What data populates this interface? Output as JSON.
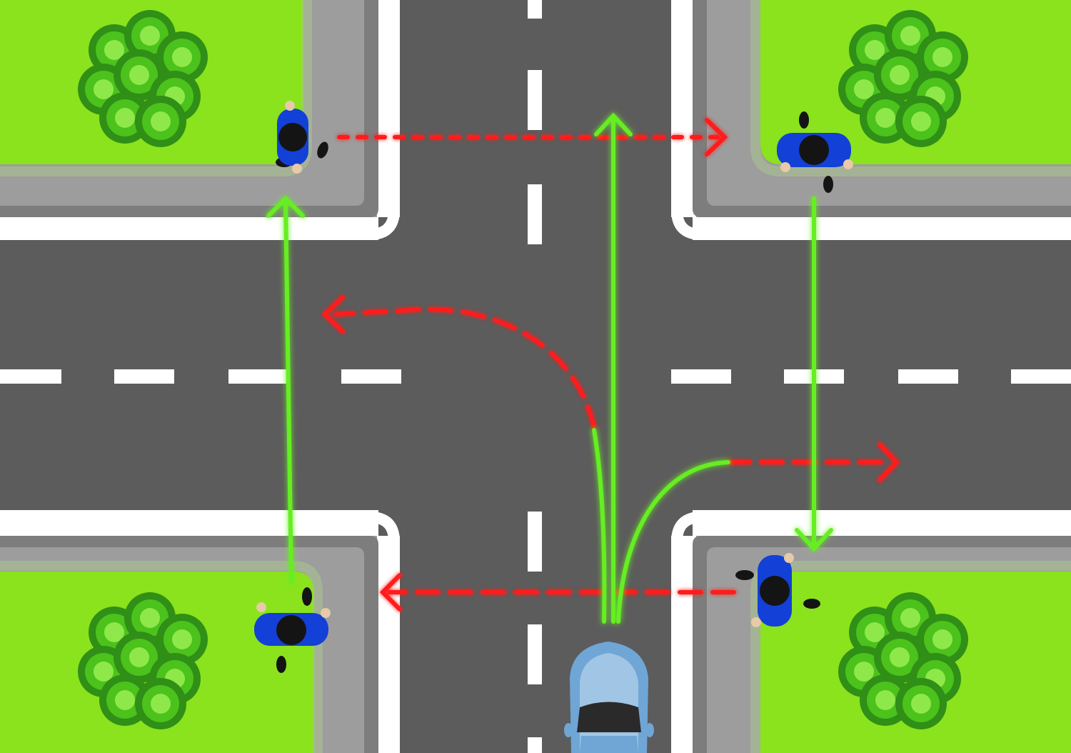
{
  "colors": {
    "background": "#ffffff",
    "grass": "#8ae31c",
    "grass_edge": "#a9c48f",
    "sidewalk": "#9d9d9d",
    "curb": "#7d7d7d",
    "road": "#5c5c5c",
    "road_edge_line": "#ffffff",
    "lane_marking": "#ffffff",
    "allowed_path": "#66ee22",
    "forbidden_path": "#ff1a1a",
    "tree_dark": "#2f8f16",
    "tree_mid": "#4cc21c",
    "tree_light": "#8fe84a",
    "pedestrian_shirt": "#1340d6",
    "pedestrian_hair": "#141414",
    "pedestrian_skin": "#e8c9a8",
    "car_body": "#6fa6d6",
    "car_glass": "#2a2a2a"
  },
  "icons": {
    "tree": "tree-icon",
    "pedestrian": "pedestrian-icon",
    "car": "car-icon"
  },
  "paths": {
    "allowed": [
      "car-straight",
      "car-right-turn",
      "pedestrian-nw-crossing",
      "pedestrian-ne-crossing"
    ],
    "forbidden": [
      "car-left-turn",
      "car-right-turn-continuation",
      "pedestrian-top-crossing",
      "pedestrian-bottom-crossing"
    ]
  }
}
